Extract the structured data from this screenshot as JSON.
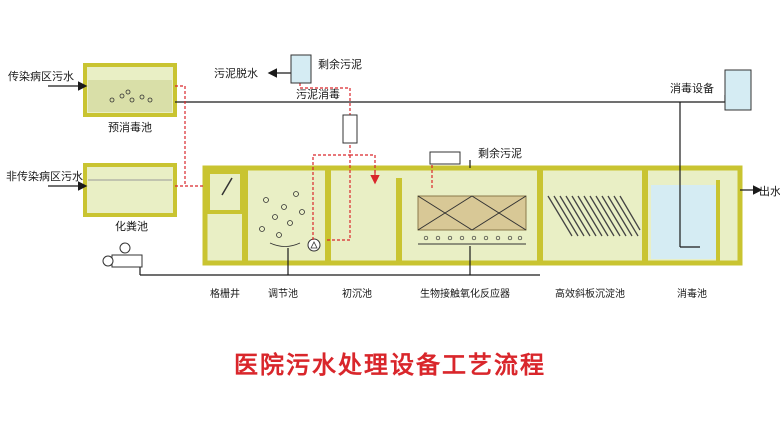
{
  "title": "医院污水处理设备工艺流程",
  "inputs": {
    "infectious": "传染病区污水",
    "non_infectious": "非传染病区污水"
  },
  "tanks": {
    "pre_disinfection": "预消毒池",
    "septic": "化粪池",
    "grid_well": "格栅井",
    "regulating": "调节池",
    "primary_settling": "初沉池",
    "bio_contact": "生物接触氧化反应器",
    "inclined_plate": "高效斜板沉淀池",
    "disinfection": "消毒池"
  },
  "equipment": {
    "disinfection_device": "消毒设备",
    "sludge_dewatering": "污泥脱水",
    "surplus_sludge_top": "剩余污泥",
    "sludge_disinfection": "污泥消毒",
    "surplus_sludge_mid": "剩余污泥",
    "outlet": "出水"
  },
  "colors": {
    "water_fill": "#e9efc5",
    "tank_wall": "#c9c431",
    "pipe": "#1a1a1a",
    "sludge_line": "#d9262b",
    "tank_blue": "#d5ecf3",
    "title": "#d9262b"
  }
}
